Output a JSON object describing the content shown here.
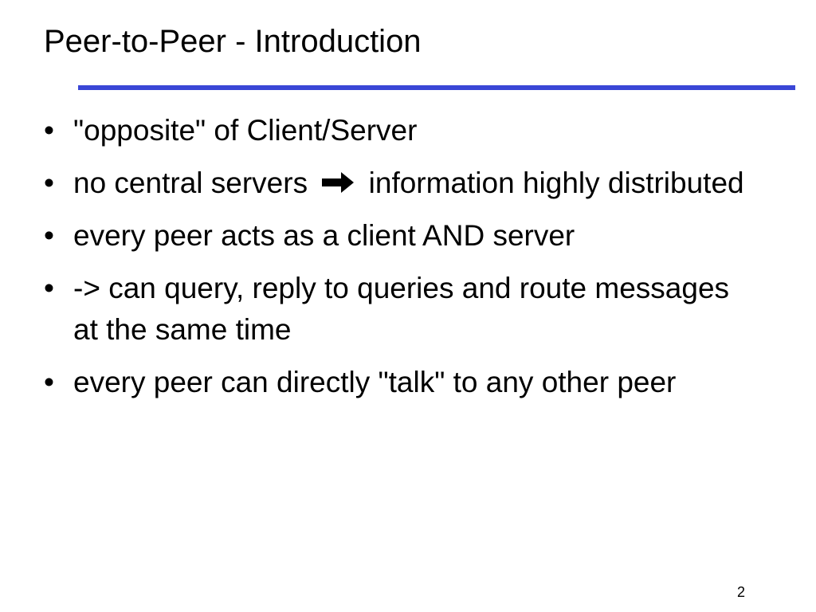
{
  "slide": {
    "title": "Peer-to-Peer - Introduction",
    "accent_color": "#3a46d6",
    "bullet_char": "•",
    "bullets": [
      {
        "text": "\"opposite\" of Client/Server"
      },
      {
        "text_before": "no central servers",
        "icon": "right-arrow-icon",
        "text_after": "information highly distributed"
      },
      {
        "text": "every peer acts as a client AND server"
      },
      {
        "text": "-> can query, reply to queries and route messages at the same time"
      },
      {
        "text": "every peer can directly \"talk\" to any other peer"
      }
    ],
    "page_number": "2"
  }
}
